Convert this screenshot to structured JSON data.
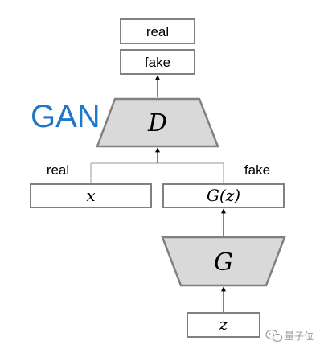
{
  "diagram": {
    "title": "GAN",
    "output_top": "real",
    "output_bottom": "fake",
    "discriminator_symbol": "D",
    "generator_symbol": "G",
    "real_input_label": "real",
    "fake_input_label": "fake",
    "real_sample": "x",
    "generated_sample": "G(z)",
    "noise_input": "z"
  },
  "watermark": {
    "text": "量子位",
    "icon": "wechat-icon"
  },
  "colors": {
    "title": "#1f77c9",
    "shape_fill": "#d9d9d9",
    "stroke": "#808080",
    "connector": "#9a9a9a",
    "arrow": "#000000",
    "text": "#000000",
    "watermark": "#999999"
  }
}
